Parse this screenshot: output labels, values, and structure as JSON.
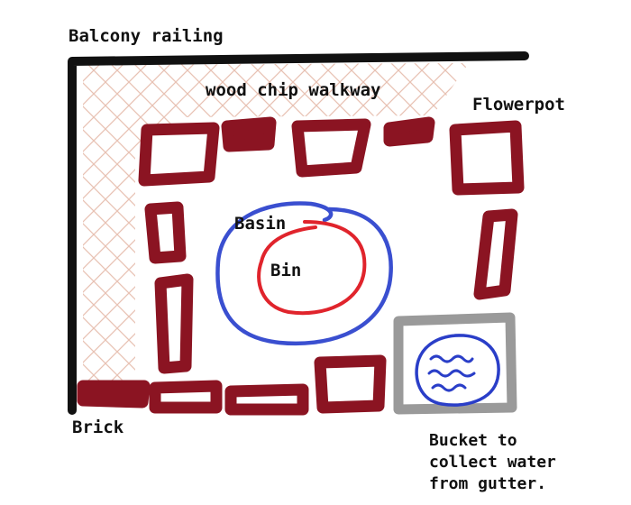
{
  "labels": {
    "balcony_railing": "Balcony railing",
    "walkway": "wood chip walkway",
    "flowerpot": "Flowerpot",
    "basin": "Basin",
    "bin": "Bin",
    "brick": "Brick",
    "bucket_line1": "Bucket to",
    "bucket_line2": "collect water",
    "bucket_line3": "from gutter."
  },
  "colors": {
    "railing": "#111111",
    "hatch": "#e3b7a6",
    "brick": "#8b1422",
    "basin": "#3a4fd0",
    "bin": "#e0242c",
    "bucket_frame": "#9a9a9a",
    "water": "#2a3ec8"
  }
}
